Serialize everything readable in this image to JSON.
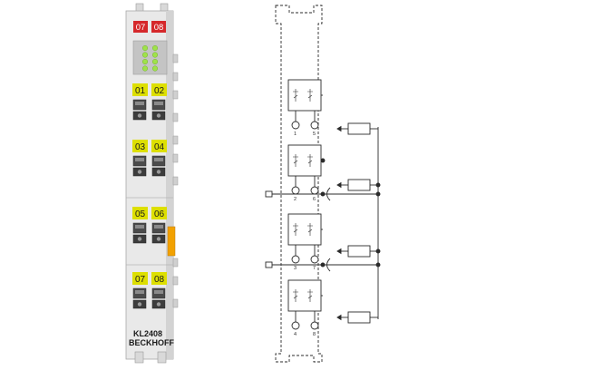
{
  "terminal": {
    "led_label_left": "07",
    "led_label_right": "08",
    "channel_labels": [
      [
        "01",
        "02"
      ],
      [
        "03",
        "04"
      ],
      [
        "05",
        "06"
      ],
      [
        "07",
        "08"
      ]
    ],
    "model": "KL2408",
    "brand": "BECKHOFF"
  },
  "schematic": {
    "terminal_points": [
      [
        "1",
        "5"
      ],
      [
        "2",
        "6"
      ],
      [
        "3",
        "7"
      ],
      [
        "4",
        "8"
      ]
    ]
  },
  "colors": {
    "housing": "#e9e9e9",
    "housing_shadow": "#c9c9c9",
    "red_label": "#d5282b",
    "yellow_label": "#dddf00",
    "led_green": "#9fe24a",
    "orange_tab": "#f2a100",
    "line": "#2b2b2b"
  }
}
